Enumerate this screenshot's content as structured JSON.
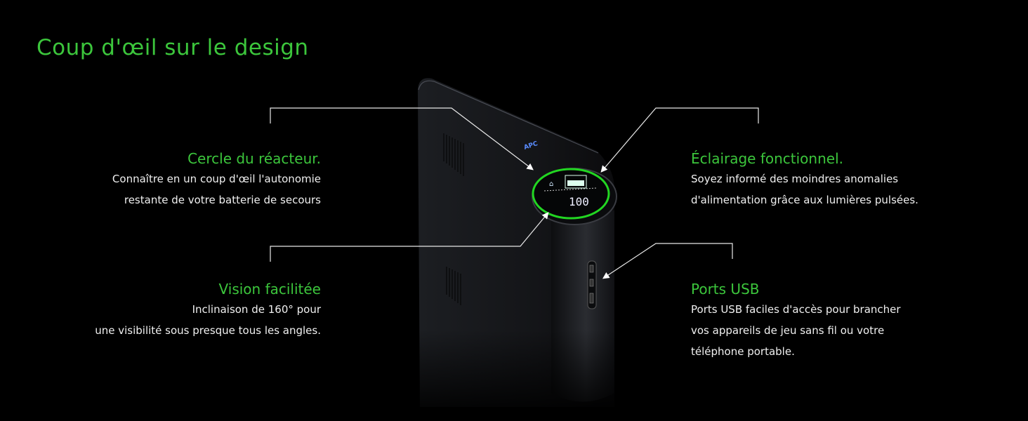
{
  "page": {
    "title": "Coup d'œil sur le design",
    "accent_color": "#3cc63c"
  },
  "features": [
    {
      "heading": "Cercle du réacteur.",
      "lines": [
        "Connaître en un coup d'œil l'autonomie",
        "restante de votre batterie de secours"
      ]
    },
    {
      "heading": "Vision facilitée",
      "lines": [
        "Inclinaison de 160° pour",
        "une visibilité sous presque tous les angles."
      ]
    },
    {
      "heading": "Éclairage fonctionnel.",
      "lines": [
        "Soyez informé des moindres anomalies",
        "d'alimentation grâce aux lumières pulsées."
      ]
    },
    {
      "heading": "Ports USB",
      "lines": [
        "Ports USB faciles d'accès pour brancher",
        "vos appareils de jeu sans fil ou votre",
        "téléphone portable."
      ]
    }
  ],
  "device": {
    "brand_logo": "APC",
    "display_value": "100",
    "ring_color": "#22d622"
  }
}
